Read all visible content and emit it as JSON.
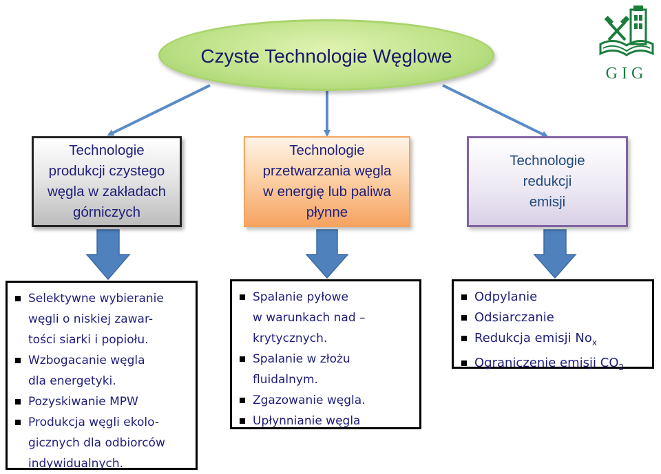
{
  "title": "Czyste Technologie Węglowe",
  "categories": [
    {
      "label": "Technologie\nprodukcji czystego\nwęgla w zakładach\ngórniczych"
    },
    {
      "label": "Technologie\nprzetwarzania węgla\nw energię lub paliwa\npłynne"
    },
    {
      "label": "Technologie\nredukcji\nemisji"
    }
  ],
  "lists": [
    {
      "items": [
        "Selektywne wybieranie\n  węgli o niskiej  zawar-\n  tości siarki i popiołu.",
        "Wzbogacanie węgla\n  dla  energetyki.",
        "Pozyskiwanie MPW",
        "Produkcja węgli  ekolo-\n  gicznych dla  odbiorców\n  indywidualnych."
      ]
    },
    {
      "items": [
        "Spalanie pyłowe\n  w warunkach nad –\n  krytycznych.",
        "Spalanie w złożu\n  fluidalnym.",
        "Zgazowanie węgla.",
        "Upłynnianie węgla"
      ]
    },
    {
      "items": [
        {
          "text": "Odpylanie"
        },
        {
          "text": "Odsiarczanie"
        },
        {
          "text": "Redukcja emisji No",
          "sub": "x"
        },
        {
          "text": "Ograniczenie emisji CO",
          "sub": "2"
        }
      ]
    }
  ],
  "logo": {
    "text": "GIG"
  },
  "colors": {
    "title_text": "#1a1a66",
    "oval_fill": "#bfe28a",
    "connector": "#5b8bc7",
    "box2_border": "#f4a35e",
    "box3_border": "#8064a2",
    "logo_green": "#1a7d3c"
  }
}
